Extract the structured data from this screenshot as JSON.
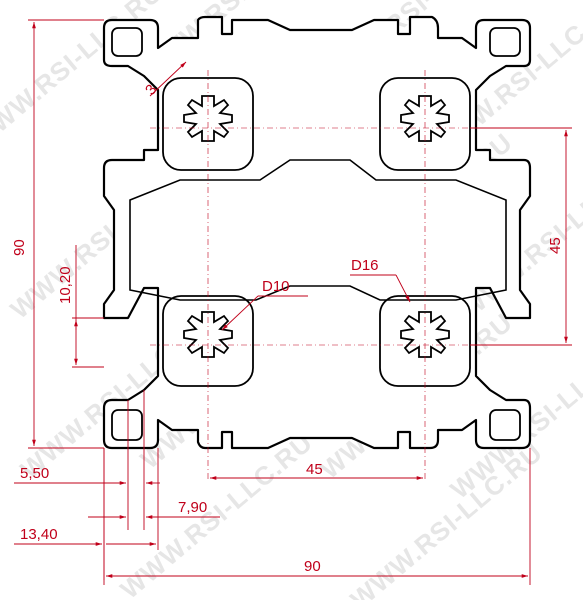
{
  "watermark": "WWW.RSI-LLC.RU",
  "colors": {
    "dimension": "#c0001a",
    "outline": "#000000",
    "watermark": "#e6e6e6"
  },
  "dimensions": {
    "overall_height": "90",
    "overall_width": "90",
    "center_spacing_horizontal": "45",
    "center_spacing_vertical": "45",
    "wall": "3",
    "slot_offset": "10,20",
    "slot_width": "5,50",
    "slot_opening": "7,90",
    "slot_depth": "13,40",
    "bore_small": "D10",
    "bore_large": "D16"
  }
}
